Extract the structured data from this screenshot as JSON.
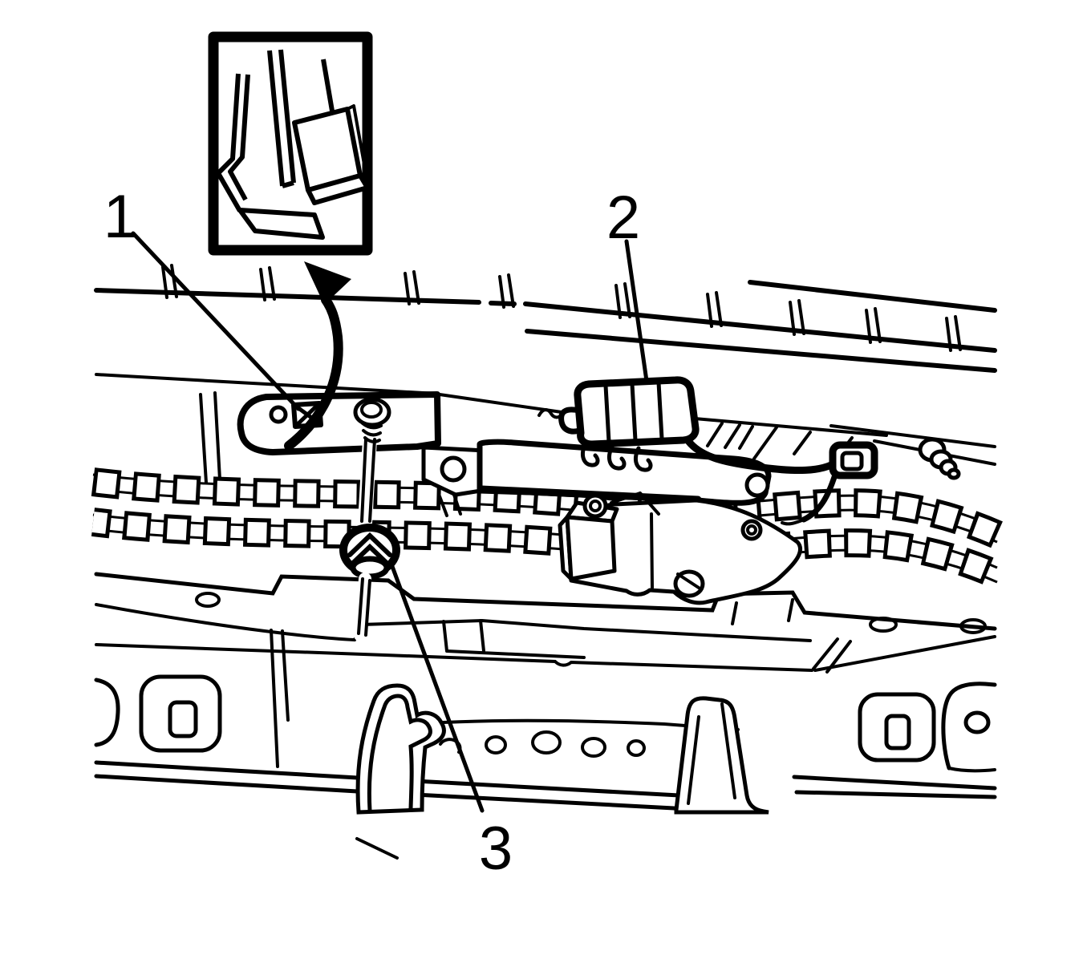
{
  "diagram": {
    "type": "technical-illustration",
    "description": "service-manual line drawing of liftgate latch area",
    "background_color": "#ffffff",
    "line_color": "#000000",
    "callouts": [
      {
        "label": "1"
      },
      {
        "label": "2"
      },
      {
        "label": "3"
      }
    ]
  }
}
